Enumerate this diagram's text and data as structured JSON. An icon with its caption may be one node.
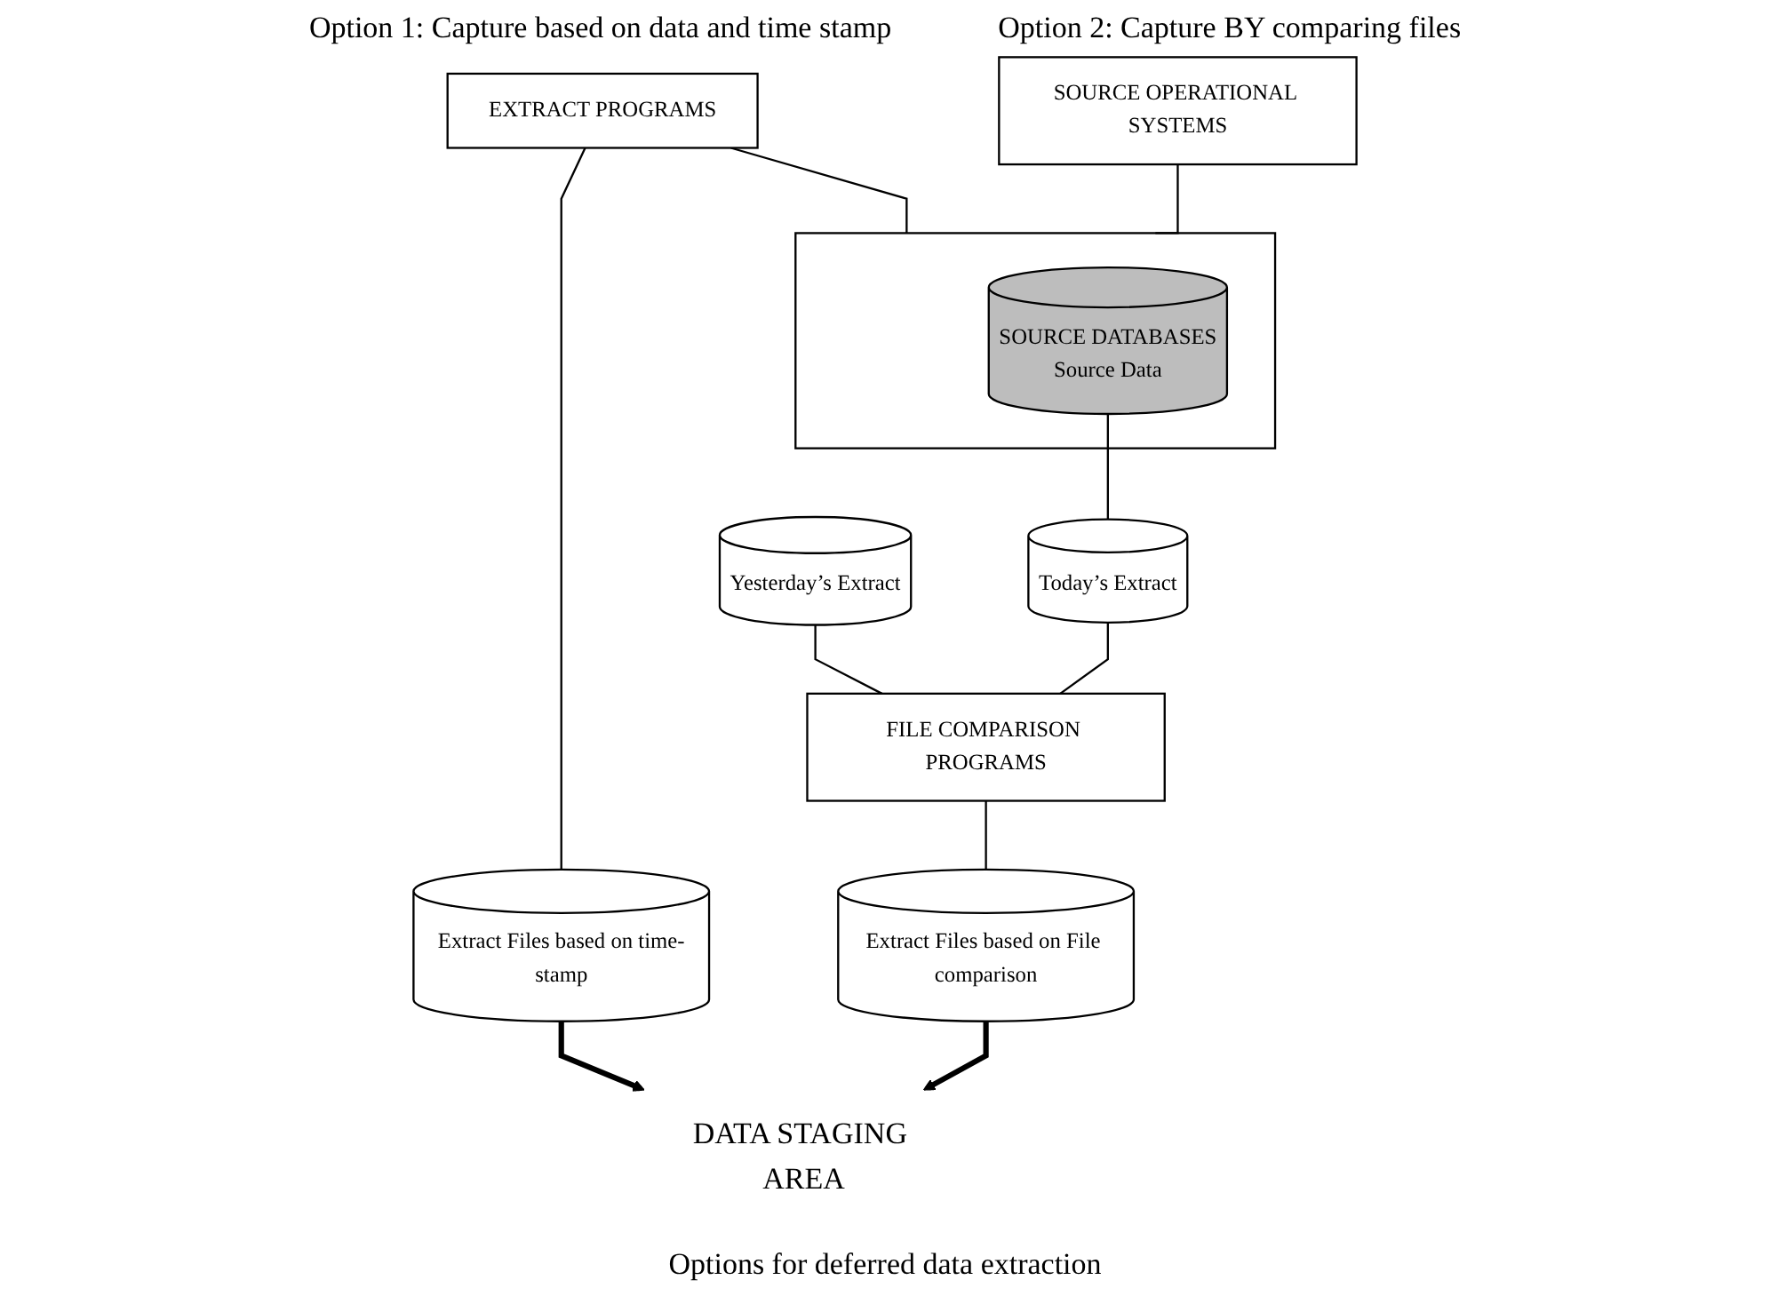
{
  "diagram": {
    "caption": "Options for deferred data extraction",
    "nodes": [
      {
        "text": [
          "SOURCE OPERATIONAL SYSTEMS"
        ]
      },
      {
        "text": [],
        "shape": "box"
      },
      {
        "text": [
          "SOURCE DATABASES",
          "Source Data"
        ],
        "in": 1
      },
      {
        "text": [
          "Today’s Extract"
        ]
      },
      {
        "text": [
          "Yesterday’s Extract"
        ]
      },
      {
        "text": [
          "EXTRACT PROGRAMS"
        ]
      },
      {
        "text": [
          "Extract Files based on File comparison"
        ]
      },
      {
        "text": [
          "FILE COMPARISON PROGRAMS"
        ]
      },
      {
        "text": [
          "Extract Files based on time-stamp"
        ]
      },
      {
        "text": [
          "DATA STAGING AREA"
        ]
      }
    ],
    "edges": [
      {
        "from": 0,
        "to": 1,
        "arrow": "none"
      },
      {
        "from": 2,
        "to": 3,
        "arrow": "none"
      },
      {
        "from": 5,
        "to": 1,
        "arrow": "none"
      },
      {
        "from": 5,
        "to": 8,
        "arrow": "none"
      },
      {
        "from": 3,
        "to": 7,
        "arrow": "none"
      },
      {
        "from": 4,
        "to": 7,
        "arrow": "none"
      },
      {
        "from": 7,
        "to": 6,
        "arrow": "none"
      },
      {
        "from": 8,
        "to": 9,
        "arrow": "to",
        "style": "thick"
      },
      {
        "from": 6,
        "to": 9,
        "arrow": "to",
        "style": "thick"
      }
    ],
    "labels": [
      "Option 1: Capture based on data and time stamp",
      "Option 2: Capture BY comparing files"
    ]
  }
}
